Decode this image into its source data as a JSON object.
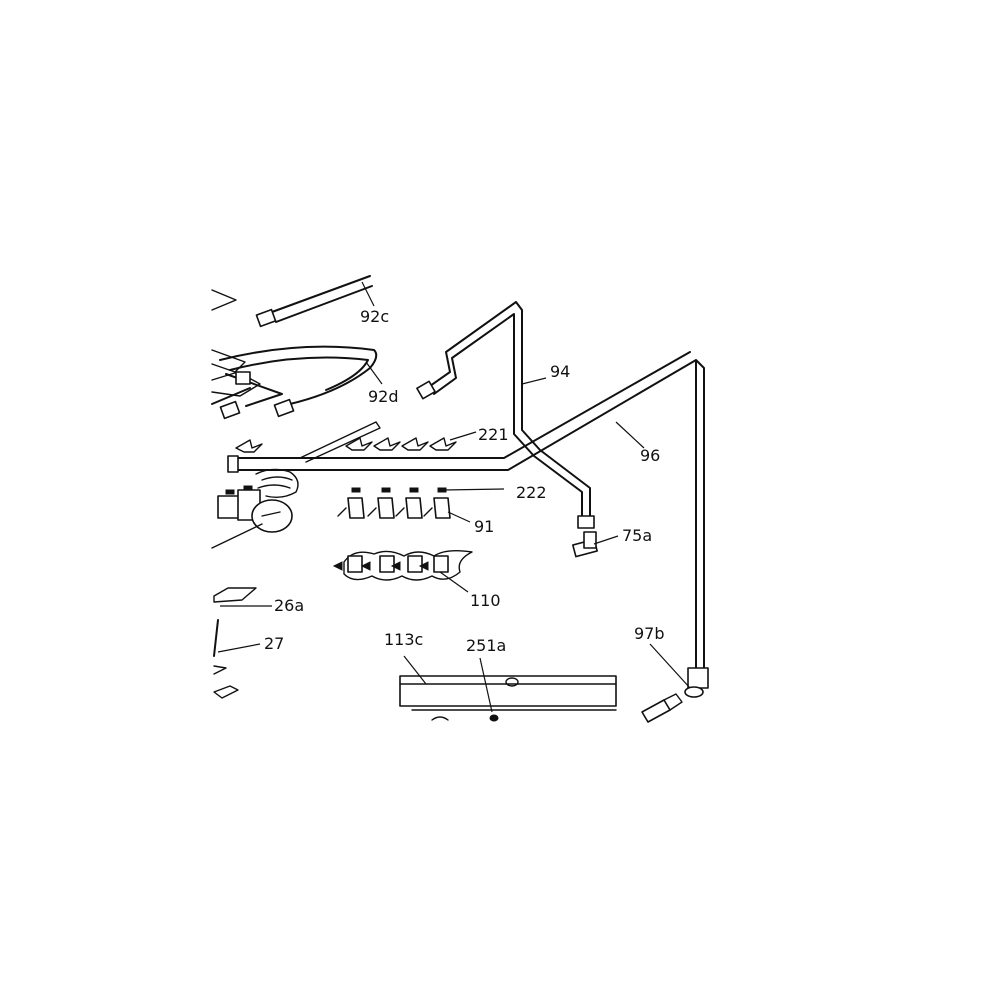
{
  "labels": {
    "p92c": "92c",
    "p92d": "92d",
    "p94": "94",
    "p221": "221",
    "p96": "96",
    "p222": "222",
    "p91": "91",
    "p75a": "75a",
    "p110": "110",
    "p26a": "26a",
    "p27": "27",
    "p113c": "113c",
    "p251a": "251a",
    "p97b": "97b"
  }
}
